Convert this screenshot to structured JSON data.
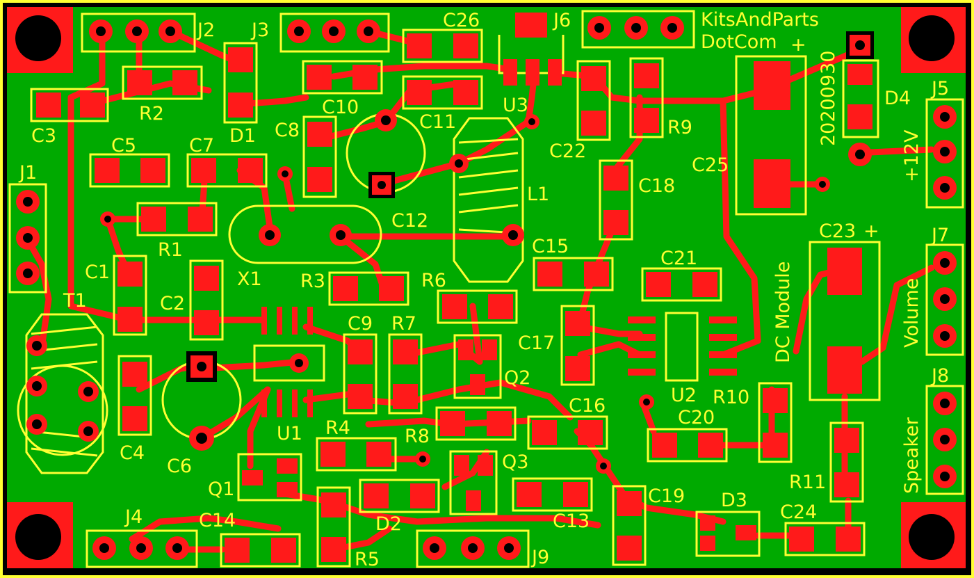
{
  "board": {
    "brand_line1": "KitsAndParts",
    "brand_line2": "DotCom",
    "date_code": "20200930",
    "colors": {
      "ground_fill": "#00aa00",
      "copper": "#ff1a1a",
      "silkscreen": "#ffff33",
      "drill": "#000000",
      "background": "#000000"
    }
  },
  "labels": {
    "j1": "J1",
    "j2": "J2",
    "j3": "J3",
    "j4": "J4",
    "j5": "J5",
    "j6": "J6",
    "j7": "J7",
    "j8": "J8",
    "j9": "J9",
    "c1": "C1",
    "c2": "C2",
    "c3": "C3",
    "c4": "C4",
    "c5": "C5",
    "c6": "C6",
    "c7": "C7",
    "c8": "C8",
    "c9": "C9",
    "c10": "C10",
    "c11": "C11",
    "c12": "C12",
    "c13": "C13",
    "c14": "C14",
    "c15": "C15",
    "c16": "C16",
    "c17": "C17",
    "c18": "C18",
    "c19": "C19",
    "c20": "C20",
    "c21": "C21",
    "c22": "C22",
    "c23": "C23",
    "c24": "C24",
    "c25": "C25",
    "c26": "C26",
    "r1": "R1",
    "r2": "R2",
    "r3": "R3",
    "r4": "R4",
    "r5": "R5",
    "r6": "R6",
    "r7": "R7",
    "r8": "R8",
    "r9": "R9",
    "r10": "R10",
    "r11": "R11",
    "d1": "D1",
    "d2": "D2",
    "d3": "D3",
    "d4": "D4",
    "q1": "Q1",
    "q2": "Q2",
    "q3": "Q3",
    "u1": "U1",
    "u2": "U2",
    "u3": "U3",
    "l1": "L1",
    "t1": "T1",
    "x1": "X1",
    "plus": "+",
    "plus_12v": "+12V",
    "volume": "Volume",
    "speaker": "Speaker",
    "dc_module": "DC Module"
  }
}
